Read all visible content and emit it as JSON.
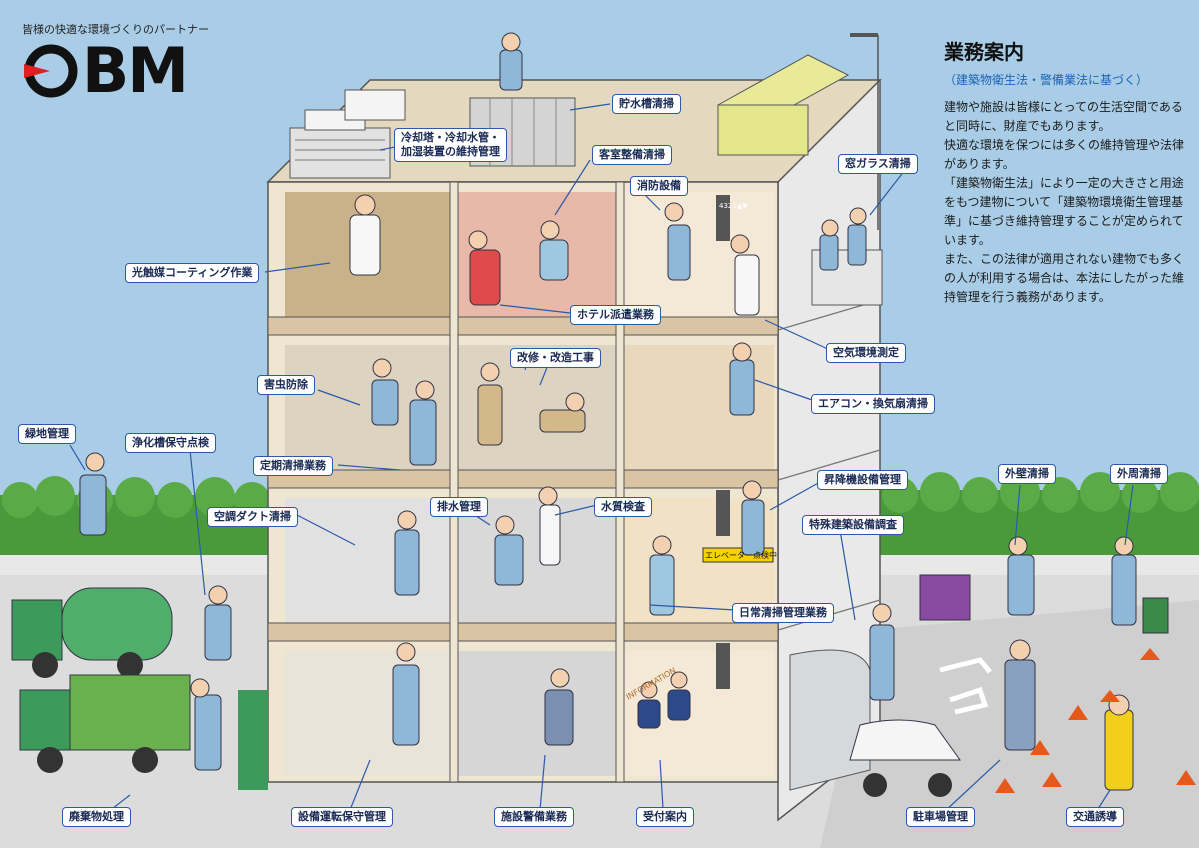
{
  "brand": {
    "tagline": "皆様の快適な環境づくりのパートナー",
    "logo_text": "OBM",
    "logo_accent": "#e02020"
  },
  "info": {
    "title": "業務案内",
    "subtitle": "（建築物衛生法・警備業法に基づく）",
    "paragraphs": [
      "建物や施設は皆様にとっての生活空間であると同時に、財産でもあります。",
      "快適な環境を保つには多くの維持管理や法律があります。",
      "「建築物衛生法」により一定の大きさと用途をもつ建物について「建築物環境衛生管理基準」に基づき維持管理することが定められています。",
      "また、この法律が適用されない建物でも多くの人が利用する場合は、本法にしたがった維持管理を行う義務があります。"
    ]
  },
  "labels": {
    "water_tank": "貯水槽清掃",
    "cooling_tower": "冷却塔・冷却水管・\n加湿装置の維持管理",
    "guest_room": "客室整備清掃",
    "fire_equipment": "消防設備",
    "window_glass": "窓ガラス清掃",
    "photocatalyst": "光触媒コーティング作業",
    "hotel_dispatch": "ホテル派遣業務",
    "air_env": "空気環境測定",
    "renovation": "改修・改造工事",
    "pest": "害虫防除",
    "aircon": "エアコン・換気扇清掃",
    "regular_cleaning": "定期清掃業務",
    "elevator": "昇降機設備管理",
    "green": "緑地管理",
    "septic": "浄化槽保守点検",
    "drain": "排水管理",
    "water_quality": "水質検査",
    "duct": "空調ダクト清掃",
    "special_building": "特殊建築設備調査",
    "exterior_wall": "外壁清掃",
    "perimeter": "外周清掃",
    "daily_cleaning": "日常清掃管理業務",
    "waste": "廃棄物処理",
    "facility_operation": "設備運転保守管理",
    "security": "施設警備業務",
    "reception": "受付案内",
    "parking": "駐車場管理",
    "traffic": "交通誘導"
  },
  "scene_text": {
    "elevator_sign": "エレベーター点検中",
    "information": "INFORMATION",
    "floor_indicator": "4321▲▼"
  },
  "colors": {
    "sky": "#a9cde6",
    "tag_border": "#2a5aa8",
    "tag_text": "#1a2a55",
    "subtitle_blue": "#1b63b8",
    "building_wall": "#efe6d2",
    "floor_slab": "#d9c4a4",
    "ground": "#dcdcdc",
    "hedge": "#4a9a3c",
    "truck_green": "#3c9a5a"
  }
}
